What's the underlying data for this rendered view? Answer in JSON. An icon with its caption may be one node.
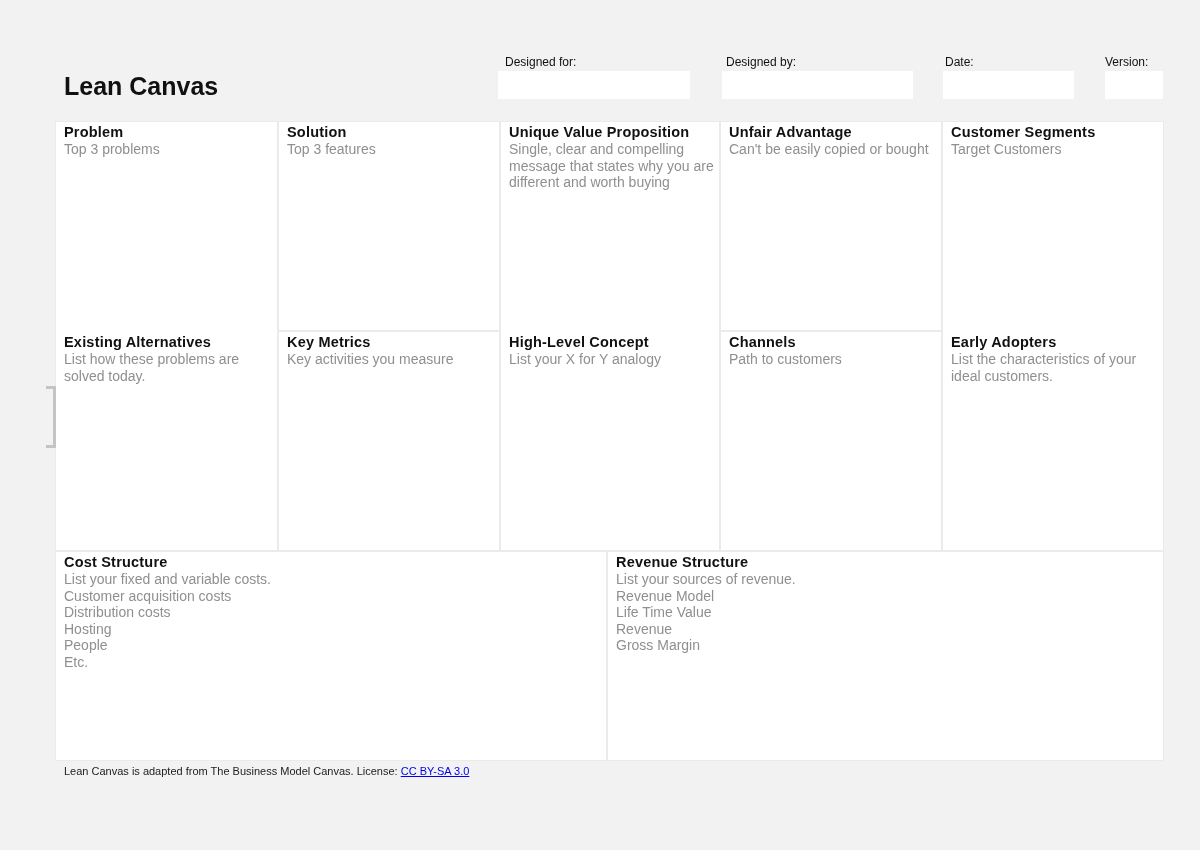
{
  "diagram": {
    "title": "Lean Canvas",
    "nodes": [
      {
        "text": [
          "Designed for:"
        ]
      },
      {
        "text": [
          "Designed by:"
        ]
      },
      {
        "text": [
          "Date:"
        ]
      },
      {
        "text": [
          "Version:"
        ]
      },
      {
        "text": [
          "Problem",
          "Top 3 problems",
          "Existing Alternatives",
          "List how these problems are solved today."
        ]
      },
      {
        "text": [
          "Solution",
          "Top 3 features"
        ]
      },
      {
        "text": [
          "Unique Value Proposition",
          "Single, clear and compelling message that states why you are different and worth buying",
          "High-Level Concept",
          "List your X for Y analogy"
        ]
      },
      {
        "text": [
          "Unfair Advantage",
          "Can't be easily copied or bought"
        ]
      },
      {
        "text": [
          "Customer Segments",
          "Target Customers",
          "Early Adopters",
          "List the characteristics of your ideal customers."
        ]
      },
      {
        "text": [
          "Key Metrics",
          "Key activities you measure"
        ]
      },
      {
        "text": [
          "Channels",
          "Path to customers"
        ]
      },
      {
        "text": [
          "Cost Structure",
          "List your fixed and variable costs.",
          "Customer acquisition costs",
          "Distribution costs",
          "Hosting",
          "People",
          "Etc."
        ]
      },
      {
        "text": [
          "Revenue Structure",
          "List your sources of revenue.",
          "Revenue Model",
          "Life Time Value",
          "Revenue",
          "Gross Margin"
        ]
      }
    ],
    "labels": [
      "Lean Canvas is adapted from The Business Model Canvas. License:",
      "CC BY-SA 3.0"
    ]
  }
}
